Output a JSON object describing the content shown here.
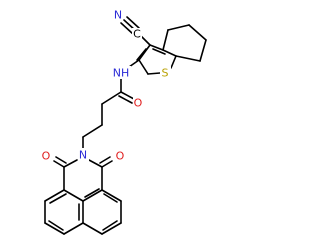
{
  "molecule": {
    "atom_labels": {
      "cyano_c": "C",
      "cyano_n": "N",
      "amide_nh": "NH",
      "thiophene_s": "S",
      "amide_o": "O",
      "imide_n": "N",
      "imide_o_left": "O",
      "imide_o_right": "O"
    },
    "colors": {
      "bond": "#000000",
      "carbon": "#000000",
      "nitrogen": "#2b2bd6",
      "oxygen": "#e02020",
      "sulfur": "#b8a000"
    }
  }
}
